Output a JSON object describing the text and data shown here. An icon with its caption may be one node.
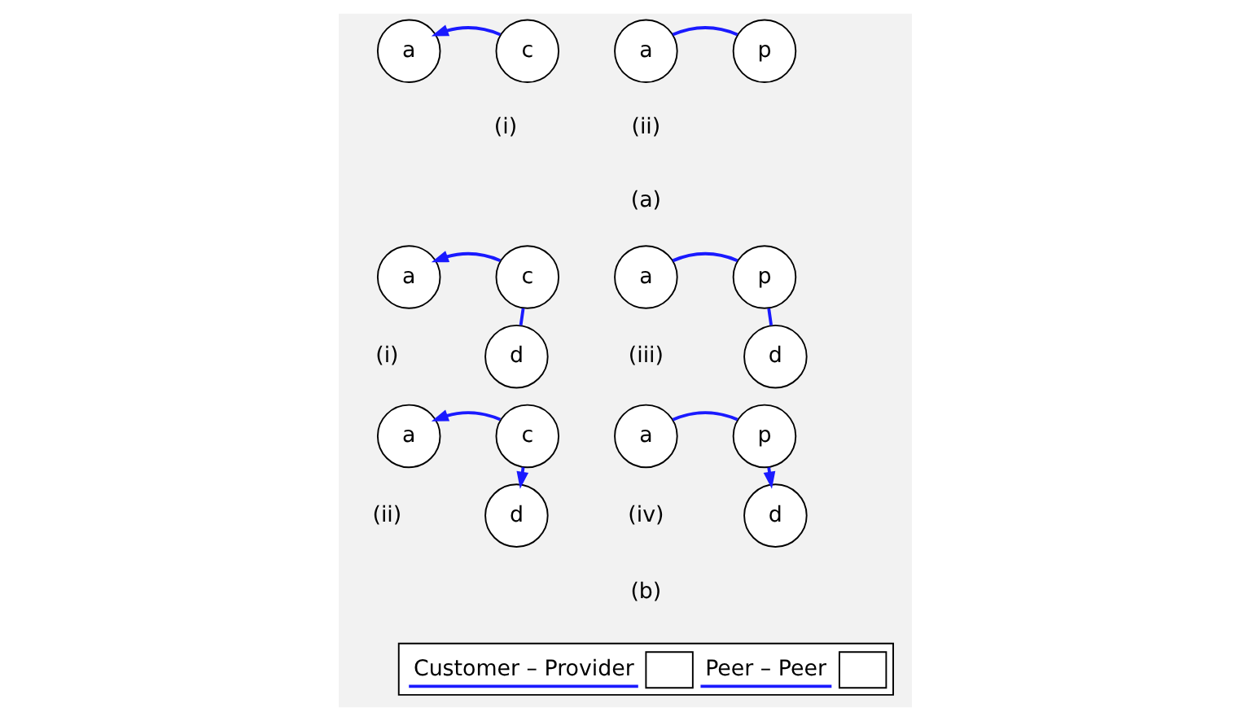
{
  "diagram": {
    "nodes": [
      {
        "text": [
          "a"
        ]
      },
      {
        "text": [
          "c"
        ]
      },
      {
        "text": [
          "a"
        ]
      },
      {
        "text": [
          "p"
        ]
      },
      {
        "text": [
          "a"
        ]
      },
      {
        "text": [
          "c"
        ]
      },
      {
        "text": [
          "a"
        ]
      },
      {
        "text": [
          "p"
        ]
      },
      {
        "text": [
          "d"
        ]
      },
      {
        "text": [
          "d"
        ]
      },
      {
        "text": [
          "a"
        ]
      },
      {
        "text": [
          "c"
        ]
      },
      {
        "text": [
          "a"
        ]
      },
      {
        "text": [
          "p"
        ]
      },
      {
        "text": [
          "d"
        ]
      },
      {
        "text": [
          "d"
        ]
      }
    ],
    "edges": [
      {
        "from": 1,
        "to": 0,
        "arrow": "to"
      },
      {
        "from": 2,
        "to": 3,
        "arrow": "none"
      },
      {
        "from": 5,
        "to": 4,
        "arrow": "to"
      },
      {
        "from": 5,
        "to": 8,
        "arrow": "none"
      },
      {
        "from": 6,
        "to": 7,
        "arrow": "none"
      },
      {
        "from": 7,
        "to": 9,
        "arrow": "none"
      },
      {
        "from": 11,
        "to": 10,
        "arrow": "to"
      },
      {
        "from": 11,
        "to": 14,
        "arrow": "to"
      },
      {
        "from": 12,
        "to": 13,
        "arrow": "none"
      },
      {
        "from": 13,
        "to": 15,
        "arrow": "to"
      }
    ],
    "labels": [
      "(i)",
      "(ii)",
      "(a)",
      "(i)",
      "(iii)",
      "(ii)",
      "(iv)",
      "(b)"
    ],
    "legend": [
      {
        "text": "Customer – Provider"
      },
      {
        "text": "Peer – Peer"
      }
    ]
  }
}
